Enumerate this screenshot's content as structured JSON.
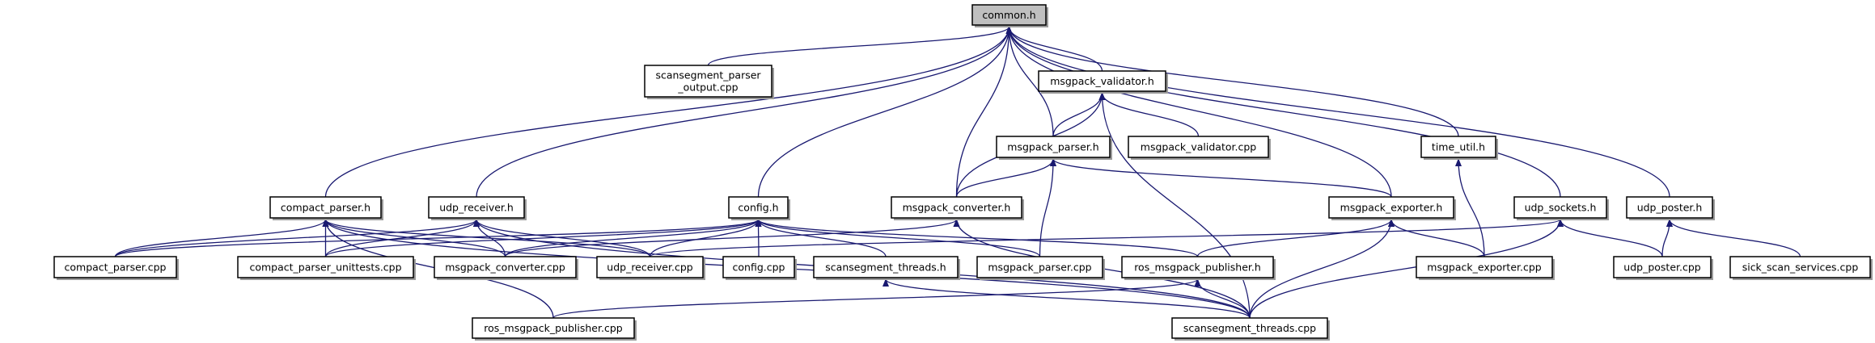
{
  "colors": {
    "edge": "#191970",
    "root_fill": "#bfbfbf",
    "node_fill": "#ffffff",
    "border": "#000000"
  },
  "nodes": {
    "common_h": {
      "lines": [
        "common.h"
      ],
      "root": true
    },
    "scansegment_parser_output_cpp": {
      "lines": [
        "scansegment_parser",
        "_output.cpp"
      ]
    },
    "msgpack_validator_h": {
      "lines": [
        "msgpack_validator.h"
      ]
    },
    "msgpack_parser_h": {
      "lines": [
        "msgpack_parser.h"
      ]
    },
    "msgpack_validator_cpp": {
      "lines": [
        "msgpack_validator.cpp"
      ]
    },
    "time_util_h": {
      "lines": [
        "time_util.h"
      ]
    },
    "compact_parser_h": {
      "lines": [
        "compact_parser.h"
      ]
    },
    "udp_receiver_h": {
      "lines": [
        "udp_receiver.h"
      ]
    },
    "config_h": {
      "lines": [
        "config.h"
      ]
    },
    "msgpack_converter_h": {
      "lines": [
        "msgpack_converter.h"
      ]
    },
    "msgpack_exporter_h": {
      "lines": [
        "msgpack_exporter.h"
      ]
    },
    "udp_sockets_h": {
      "lines": [
        "udp_sockets.h"
      ]
    },
    "udp_poster_h": {
      "lines": [
        "udp_poster.h"
      ]
    },
    "compact_parser_cpp": {
      "lines": [
        "compact_parser.cpp"
      ]
    },
    "compact_parser_unittests_cpp": {
      "lines": [
        "compact_parser_unittests.cpp"
      ]
    },
    "msgpack_converter_cpp": {
      "lines": [
        "msgpack_converter.cpp"
      ]
    },
    "udp_receiver_cpp": {
      "lines": [
        "udp_receiver.cpp"
      ]
    },
    "config_cpp": {
      "lines": [
        "config.cpp"
      ]
    },
    "scansegment_threads_h": {
      "lines": [
        "scansegment_threads.h"
      ]
    },
    "msgpack_parser_cpp": {
      "lines": [
        "msgpack_parser.cpp"
      ]
    },
    "ros_msgpack_publisher_h": {
      "lines": [
        "ros_msgpack_publisher.h"
      ]
    },
    "msgpack_exporter_cpp": {
      "lines": [
        "msgpack_exporter.cpp"
      ]
    },
    "udp_poster_cpp": {
      "lines": [
        "udp_poster.cpp"
      ]
    },
    "sick_scan_services_cpp": {
      "lines": [
        "sick_scan_services.cpp"
      ]
    },
    "ros_msgpack_publisher_cpp": {
      "lines": [
        "ros_msgpack_publisher.cpp"
      ]
    },
    "scansegment_threads_cpp": {
      "lines": [
        "scansegment_threads.cpp"
      ]
    }
  },
  "edges": [
    [
      "scansegment_parser_output_cpp",
      "common_h"
    ],
    [
      "compact_parser_h",
      "common_h"
    ],
    [
      "udp_receiver_h",
      "common_h"
    ],
    [
      "config_h",
      "common_h"
    ],
    [
      "msgpack_converter_h",
      "common_h"
    ],
    [
      "msgpack_parser_h",
      "common_h"
    ],
    [
      "msgpack_validator_h",
      "common_h"
    ],
    [
      "msgpack_exporter_h",
      "common_h"
    ],
    [
      "time_util_h",
      "common_h"
    ],
    [
      "udp_sockets_h",
      "common_h"
    ],
    [
      "udp_poster_h",
      "common_h"
    ],
    [
      "msgpack_parser_h",
      "msgpack_validator_h"
    ],
    [
      "msgpack_validator_cpp",
      "msgpack_validator_h"
    ],
    [
      "msgpack_converter_h",
      "msgpack_validator_h"
    ],
    [
      "scansegment_threads_cpp",
      "msgpack_validator_h"
    ],
    [
      "msgpack_converter_h",
      "msgpack_parser_h"
    ],
    [
      "msgpack_parser_cpp",
      "msgpack_parser_h"
    ],
    [
      "msgpack_exporter_h",
      "msgpack_parser_h"
    ],
    [
      "msgpack_exporter_cpp",
      "time_util_h"
    ],
    [
      "compact_parser_cpp",
      "compact_parser_h"
    ],
    [
      "compact_parser_unittests_cpp",
      "compact_parser_h"
    ],
    [
      "msgpack_converter_cpp",
      "compact_parser_h"
    ],
    [
      "udp_receiver_cpp",
      "compact_parser_h"
    ],
    [
      "ros_msgpack_publisher_cpp",
      "compact_parser_h"
    ],
    [
      "scansegment_threads_cpp",
      "compact_parser_h"
    ],
    [
      "compact_parser_cpp",
      "udp_receiver_h"
    ],
    [
      "compact_parser_unittests_cpp",
      "udp_receiver_h"
    ],
    [
      "msgpack_converter_cpp",
      "udp_receiver_h"
    ],
    [
      "udp_receiver_cpp",
      "udp_receiver_h"
    ],
    [
      "scansegment_threads_cpp",
      "udp_receiver_h"
    ],
    [
      "compact_parser_cpp",
      "config_h"
    ],
    [
      "compact_parser_unittests_cpp",
      "config_h"
    ],
    [
      "msgpack_converter_cpp",
      "config_h"
    ],
    [
      "udp_receiver_cpp",
      "config_h"
    ],
    [
      "config_cpp",
      "config_h"
    ],
    [
      "scansegment_threads_h",
      "config_h"
    ],
    [
      "msgpack_parser_cpp",
      "config_h"
    ],
    [
      "ros_msgpack_publisher_h",
      "config_h"
    ],
    [
      "msgpack_converter_cpp",
      "msgpack_converter_h"
    ],
    [
      "scansegment_threads_cpp",
      "msgpack_converter_h"
    ],
    [
      "ros_msgpack_publisher_h",
      "msgpack_exporter_h"
    ],
    [
      "msgpack_exporter_cpp",
      "msgpack_exporter_h"
    ],
    [
      "scansegment_threads_cpp",
      "msgpack_exporter_h"
    ],
    [
      "udp_receiver_cpp",
      "udp_sockets_h"
    ],
    [
      "udp_poster_cpp",
      "udp_sockets_h"
    ],
    [
      "scansegment_threads_cpp",
      "udp_sockets_h"
    ],
    [
      "udp_poster_cpp",
      "udp_poster_h"
    ],
    [
      "sick_scan_services_cpp",
      "udp_poster_h"
    ],
    [
      "scansegment_threads_cpp",
      "scansegment_threads_h"
    ],
    [
      "ros_msgpack_publisher_cpp",
      "ros_msgpack_publisher_h"
    ],
    [
      "scansegment_threads_cpp",
      "ros_msgpack_publisher_h"
    ]
  ]
}
